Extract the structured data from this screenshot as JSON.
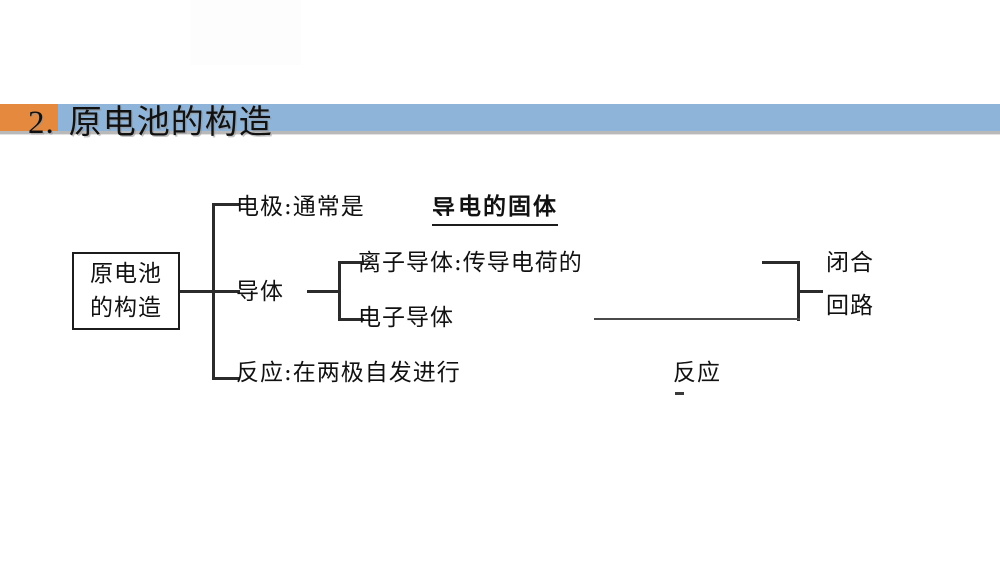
{
  "slide": {
    "background_color": "#ffffff",
    "accent_orange": "#e5893e",
    "accent_blue": "#8fb4d9",
    "ink_color": "#111111"
  },
  "heading": {
    "number": "2.",
    "title": "原电池的构造"
  },
  "diagram": {
    "root_box": {
      "line1": "原电池",
      "line2": "的构造"
    },
    "branches": [
      {
        "label": "电极:通常是",
        "emphasis": "导电的固体",
        "emphasis_underlined": true,
        "emphasis_clipped_first_char": true
      },
      {
        "label": "导体",
        "children": [
          {
            "label": "离子导体:传导电荷的"
          },
          {
            "label": "电子导体"
          }
        ]
      },
      {
        "label": "反应:在两极自发进行",
        "trailing": "反应"
      }
    ],
    "right_group": {
      "line1": "闭合",
      "line2": "回路"
    }
  }
}
